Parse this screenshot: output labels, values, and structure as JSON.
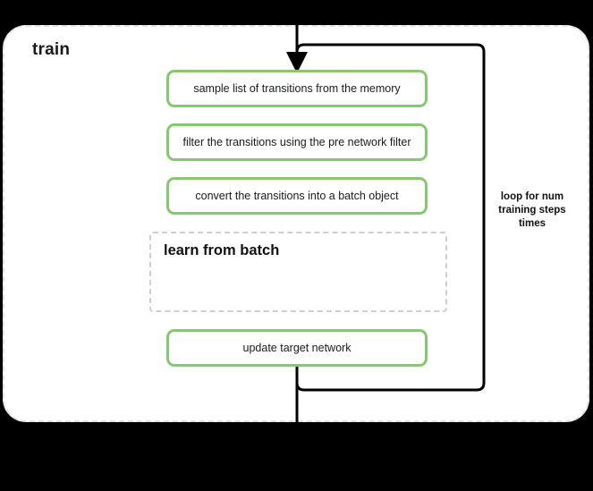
{
  "diagram": {
    "title": "train",
    "background_color": "#000000",
    "panel_color": "#ffffff",
    "accent_color": "#86c86f",
    "dashed_border_color": "#e2e2e2",
    "flow_line_color": "#000000"
  },
  "steps": [
    {
      "id": "sample",
      "label": "sample list of transitions from the memory"
    },
    {
      "id": "filter",
      "label": "filter the transitions using the pre network filter"
    },
    {
      "id": "convert",
      "label": "convert the transitions into a batch object"
    },
    {
      "id": "update",
      "label": "update target network"
    }
  ],
  "subgroup": {
    "title": "learn from batch"
  },
  "loop": {
    "caption": "loop for num training steps times"
  }
}
